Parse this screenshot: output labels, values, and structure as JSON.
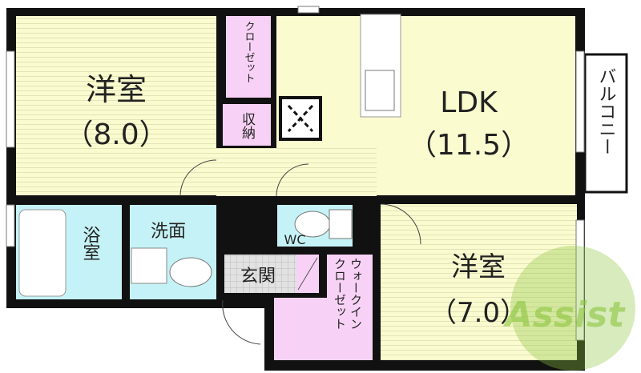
{
  "rooms": {
    "western_room_1": {
      "name": "洋室",
      "size": "（8.0）"
    },
    "closet_1": {
      "name": "クローゼット"
    },
    "storage": {
      "name": "収納"
    },
    "ldk": {
      "name": "LDK",
      "size": "（11.5）"
    },
    "balcony": {
      "name": "バルコニー"
    },
    "bathroom": {
      "name": "浴室"
    },
    "washroom": {
      "name": "洗面"
    },
    "toilet": {
      "name": "WC"
    },
    "entrance": {
      "name": "玄関"
    },
    "walk_in_closet": {
      "name": "ウォークインクローゼット"
    },
    "western_room_2": {
      "name": "洋室",
      "size": "（7.0）"
    }
  },
  "watermark": "Assist",
  "colors": {
    "room": "#fbfbd0",
    "closet": "#f8d2f6",
    "water": "#c5f2f6",
    "wall": "#111111",
    "entrance": "#dedede",
    "watermark": "#8cc63f"
  }
}
